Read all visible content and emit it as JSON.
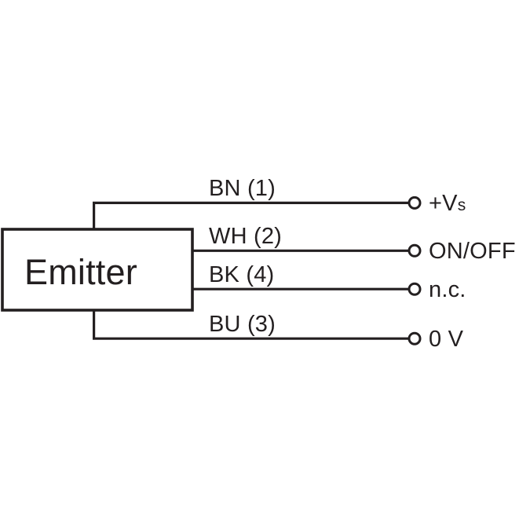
{
  "diagram": {
    "type": "wiring-diagram",
    "device": {
      "label": "Emitter"
    },
    "colors": {
      "line": "#231f20",
      "background": "#ffffff",
      "fill": "#ffffff"
    },
    "wires": [
      {
        "id": "bn",
        "label": "BN (1)",
        "color_code": "BN",
        "pin": "1",
        "terminal_label": "+V",
        "terminal_label_sub": "s",
        "terminal_icon": "open-circle-terminal"
      },
      {
        "id": "wh",
        "label": "WH (2)",
        "color_code": "WH",
        "pin": "2",
        "terminal_label": "ON/OFF",
        "terminal_label_sub": "",
        "terminal_icon": "open-circle-terminal"
      },
      {
        "id": "bk",
        "label": "BK (4)",
        "color_code": "BK",
        "pin": "4",
        "terminal_label": "n.c.",
        "terminal_label_sub": "",
        "terminal_icon": "open-circle-terminal"
      },
      {
        "id": "bu",
        "label": "BU (3)",
        "color_code": "BU",
        "pin": "3",
        "terminal_label": "0 V",
        "terminal_label_sub": "",
        "terminal_icon": "open-circle-terminal"
      }
    ]
  }
}
